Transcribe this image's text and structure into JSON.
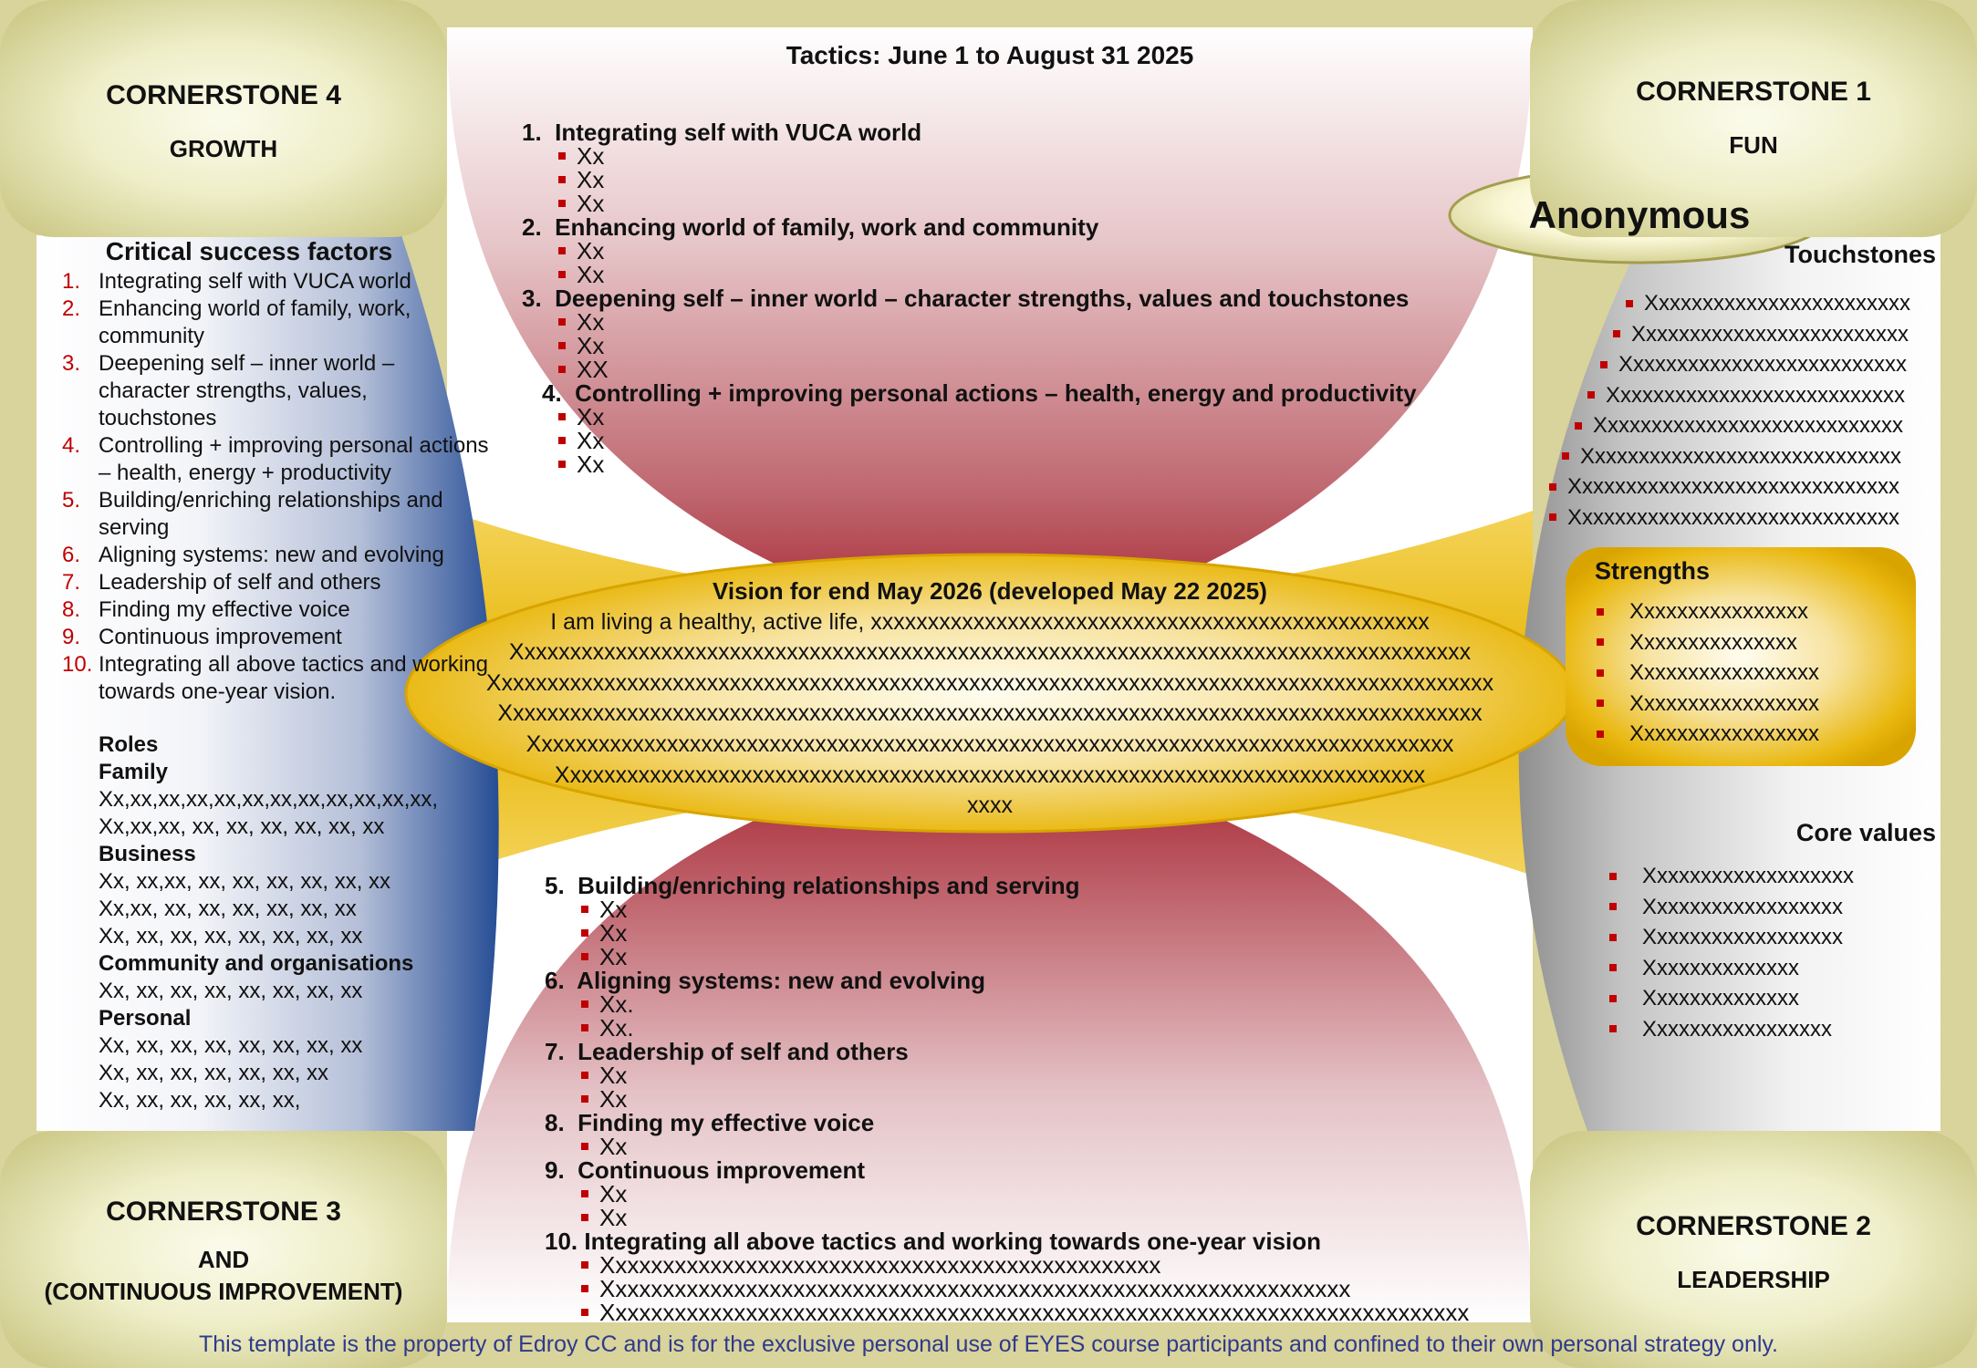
{
  "tactics": {
    "title": "Tactics:  June 1 to August 31 2025",
    "top": [
      {
        "num": "1.",
        "heading": "Integrating self with VUCA world",
        "items": [
          "Xx",
          "Xx",
          "Xx"
        ]
      },
      {
        "num": "2.",
        "heading": "Enhancing world of family, work and community",
        "items": [
          "Xx",
          "Xx"
        ]
      },
      {
        "num": "3.",
        "heading": "Deepening self – inner world – character strengths, values and touchstones",
        "items": [
          "Xx",
          "Xx",
          "XX"
        ]
      },
      {
        "num": "4.",
        "heading": "Controlling + improving personal actions – health, energy and productivity",
        "items": [
          "Xx",
          "Xx",
          "Xx"
        ]
      }
    ],
    "bottom": [
      {
        "num": "5.",
        "heading": "Building/enriching relationships and serving",
        "items": [
          "Xx",
          "Xx",
          "Xx"
        ]
      },
      {
        "num": "6.",
        "heading": "Aligning systems:  new and evolving",
        "items": [
          "Xx.",
          "Xx."
        ]
      },
      {
        "num": "7.",
        "heading": "Leadership of self and others",
        "items": [
          "Xx",
          "Xx"
        ]
      },
      {
        "num": "8.",
        "heading": "Finding my effective voice",
        "items": [
          "Xx"
        ]
      },
      {
        "num": "9.",
        "heading": "Continuous improvement",
        "items": [
          "Xx",
          "Xx"
        ]
      },
      {
        "num": "10.",
        "heading": "Integrating all above tactics and working towards one-year vision",
        "items": [
          "Xxxxxxxxxxxxxxxxxxxxxxxxxxxxxxxxxxxxxxxxxxxxxxx",
          "Xxxxxxxxxxxxxxxxxxxxxxxxxxxxxxxxxxxxxxxxxxxxxxxxxxxxxxxxxxxxxxx",
          "Xxxxxxxxxxxxxxxxxxxxxxxxxxxxxxxxxxxxxxxxxxxxxxxxxxxxxxxxxxxxxxxxxxxxxxxxx"
        ]
      }
    ]
  },
  "cornerstones": {
    "c4": {
      "title": "CORNERSTONE 4",
      "sub": "GROWTH"
    },
    "c1": {
      "title": "CORNERSTONE 1",
      "sub": "FUN"
    },
    "c3": {
      "title": "CORNERSTONE 3",
      "sub1": "AND",
      "sub2": "(CONTINUOUS IMPROVEMENT)"
    },
    "c2": {
      "title": "CORNERSTONE 2",
      "sub": "LEADERSHIP"
    }
  },
  "csf": {
    "title": "Critical success factors",
    "items": [
      {
        "n": "1.",
        "text": "Integrating self with VUCA world"
      },
      {
        "n": "2.",
        "text": "Enhancing world of family, work, community"
      },
      {
        "n": "3.",
        "text": "Deepening self – inner world – character strengths, values, touchstones"
      },
      {
        "n": "4.",
        "text": "Controlling + improving personal actions – health, energy + productivity"
      },
      {
        "n": "5.",
        "text": "Building/enriching relationships and serving"
      },
      {
        "n": "6.",
        "text": "Aligning systems: new and evolving"
      },
      {
        "n": "7.",
        "text": "Leadership of self and others"
      },
      {
        "n": "8.",
        "text": "Finding my effective voice"
      },
      {
        "n": "9.",
        "text": "Continuous improvement"
      },
      {
        "n": "10.",
        "text": "Integrating all above tactics and working towards one-year vision."
      }
    ]
  },
  "roles": {
    "title": "Roles",
    "groups": [
      {
        "name": "Family",
        "lines": [
          "Xx,xx,xx,xx,xx,xx,xx,xx,xx,xx,xx,xx,",
          "Xx,xx,xx, xx, xx, xx, xx, xx, xx"
        ]
      },
      {
        "name": "Business",
        "lines": [
          "Xx, xx,xx, xx, xx, xx, xx, xx, xx",
          "Xx,xx, xx, xx, xx, xx, xx, xx",
          "Xx, xx, xx, xx, xx, xx, xx, xx"
        ]
      },
      {
        "name": "Community and organisations",
        "lines": [
          "Xx, xx, xx, xx, xx, xx, xx, xx"
        ]
      },
      {
        "name": "Personal",
        "lines": [
          "Xx, xx, xx, xx, xx, xx, xx, xx",
          "Xx, xx, xx, xx, xx, xx, xx",
          "Xx, xx, xx, xx, xx, xx,"
        ]
      }
    ]
  },
  "vision": {
    "title": "Vision for end May 2026 (developed May 22 2025)",
    "lines": [
      "I am living a healthy, active life, xxxxxxxxxxxxxxxxxxxxxxxxxxxxxxxxxxxxxxxxxxxxxxxxx",
      "Xxxxxxxxxxxxxxxxxxxxxxxxxxxxxxxxxxxxxxxxxxxxxxxxxxxxxxxxxxxxxxxxxxxxxxxxxxxxxxxxxxxx",
      "Xxxxxxxxxxxxxxxxxxxxxxxxxxxxxxxxxxxxxxxxxxxxxxxxxxxxxxxxxxxxxxxxxxxxxxxxxxxxxxxxxxxxxxxx",
      "Xxxxxxxxxxxxxxxxxxxxxxxxxxxxxxxxxxxxxxxxxxxxxxxxxxxxxxxxxxxxxxxxxxxxxxxxxxxxxxxxxxxxxx",
      "Xxxxxxxxxxxxxxxxxxxxxxxxxxxxxxxxxxxxxxxxxxxxxxxxxxxxxxxxxxxxxxxxxxxxxxxxxxxxxxxxx",
      "Xxxxxxxxxxxxxxxxxxxxxxxxxxxxxxxxxxxxxxxxxxxxxxxxxxxxxxxxxxxxxxxxxxxxxxxxxxxx",
      "xxxx"
    ]
  },
  "name_badge": "Anonymous",
  "touchstones": {
    "title": "Touchstones",
    "items": [
      "Xxxxxxxxxxxxxxxxxxxxxxxx",
      "Xxxxxxxxxxxxxxxxxxxxxxxxx",
      "Xxxxxxxxxxxxxxxxxxxxxxxxxx",
      "Xxxxxxxxxxxxxxxxxxxxxxxxxxx",
      "Xxxxxxxxxxxxxxxxxxxxxxxxxxxx",
      "Xxxxxxxxxxxxxxxxxxxxxxxxxxxxx",
      "Xxxxxxxxxxxxxxxxxxxxxxxxxxxxxx",
      "Xxxxxxxxxxxxxxxxxxxxxxxxxxxxxx"
    ]
  },
  "strengths": {
    "title": "Strengths",
    "items": [
      "Xxxxxxxxxxxxxxxx",
      "Xxxxxxxxxxxxxxx",
      "Xxxxxxxxxxxxxxxxx",
      "Xxxxxxxxxxxxxxxxx",
      "Xxxxxxxxxxxxxxxxx"
    ]
  },
  "core_values": {
    "title": "Core values",
    "items": [
      "Xxxxxxxxxxxxxxxxxxx",
      "Xxxxxxxxxxxxxxxxxx",
      "Xxxxxxxxxxxxxxxxxx",
      "Xxxxxxxxxxxxxx",
      "Xxxxxxxxxxxxxx",
      "Xxxxxxxxxxxxxxxxx"
    ]
  },
  "footer": "This template is the property of Edroy CC and is for the exclusive personal use of EYES course participants and confined to their own personal strategy only.",
  "colors": {
    "bullet": "#c00000",
    "footer_text": "#2e3a8c",
    "background": "#d9d39c",
    "vision_gold": "#e8b800",
    "red_lens": "#a8232c",
    "blue_panel": "#2a4f94"
  }
}
